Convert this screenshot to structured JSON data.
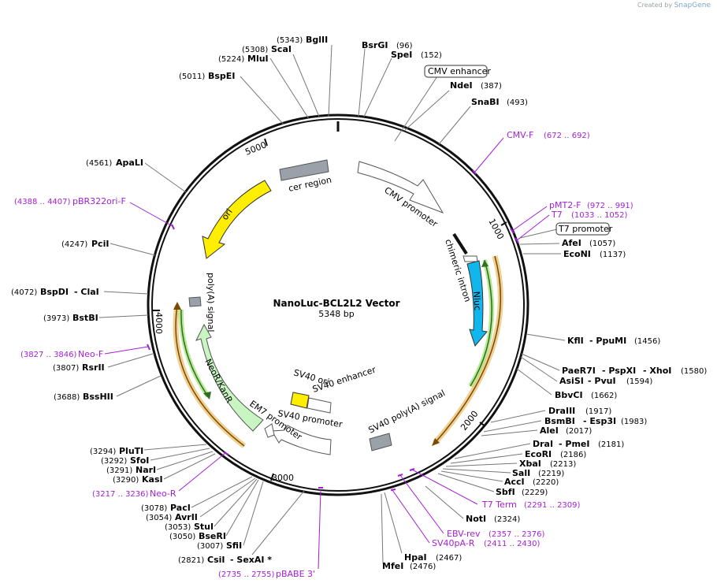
{
  "credit": {
    "prefix": "Created by",
    "brand": "SnapGene"
  },
  "title": "NanoLuc-BCL2L2 Vector",
  "length_label": "5348 bp",
  "ticks": [
    "1000",
    "2000",
    "3000",
    "4000",
    "5000"
  ],
  "features": {
    "cmv_promoter": "CMV promoter",
    "chimeric_intron": "chimeric intron",
    "nluc": "Nluc",
    "sv40_polya": "SV40 poly(A) signal",
    "sv40_ori": "SV40 ori",
    "sv40_enhancer": "SV40 enhancer",
    "sv40_promoter": "SV40 promoter",
    "em7_promoter": "EM7 promoter",
    "neor": "NeoR/KanR",
    "polya": "poly(A) signal",
    "ori": "ori",
    "cer_region": "cer region"
  },
  "boxed_labels": {
    "cmv_enhancer": "CMV enhancer",
    "t7_promoter": "T7 promoter"
  },
  "sites": {
    "bglII": {
      "name": "BglII",
      "pos": "(5343)"
    },
    "scaI": {
      "name": "ScaI",
      "pos": "(5308)"
    },
    "mluI": {
      "name": "MluI",
      "pos": "(5224)"
    },
    "bspEI": {
      "name": "BspEI",
      "pos": "(5011)"
    },
    "bsrGI": {
      "name": "BsrGI",
      "pos": "(96)"
    },
    "speI": {
      "name": "SpeI",
      "pos": "(152)"
    },
    "ndeI": {
      "name": "NdeI",
      "pos": "(387)"
    },
    "snaBI": {
      "name": "SnaBI",
      "pos": "(493)"
    },
    "apaLI": {
      "name": "ApaLI",
      "pos": "(4561)"
    },
    "pciI": {
      "name": "PciI",
      "pos": "(4247)"
    },
    "bspDI": {
      "name": "BspDI",
      "pos": "(4072)"
    },
    "claI": {
      "name": "- ClaI",
      "pos": ""
    },
    "bstBI": {
      "name": "BstBI",
      "pos": "(3973)"
    },
    "rsrII": {
      "name": "RsrII",
      "pos": "(3807)"
    },
    "bssHII": {
      "name": "BssHII",
      "pos": "(3688)"
    },
    "afeI": {
      "name": "AfeI",
      "pos": "(1057)"
    },
    "ecoNI": {
      "name": "EcoNI",
      "pos": "(1137)"
    },
    "kflI": {
      "name": "KflI",
      "pos": ""
    },
    "ppuMI": {
      "name": "- PpuMI",
      "pos": "(1456)"
    },
    "paeR7I": {
      "name": "PaeR7I",
      "pos": ""
    },
    "pspXI": {
      "name": "- PspXI",
      "pos": ""
    },
    "xhoI": {
      "name": "- XhoI",
      "pos": "(1580)"
    },
    "asiSI": {
      "name": "AsiSI",
      "pos": ""
    },
    "pvuI": {
      "name": "- PvuI",
      "pos": "(1594)"
    },
    "bbvCI": {
      "name": "BbvCI",
      "pos": "(1662)"
    },
    "draIII": {
      "name": "DraIII",
      "pos": "(1917)"
    },
    "bsmBI": {
      "name": "BsmBI",
      "pos": ""
    },
    "esp3I": {
      "name": "- Esp3I",
      "pos": "(1983)"
    },
    "aleI": {
      "name": "AleI",
      "pos": "(2017)"
    },
    "draI": {
      "name": "DraI",
      "pos": ""
    },
    "pmeI": {
      "name": "- PmeI",
      "pos": "(2181)"
    },
    "ecoRI": {
      "name": "EcoRI",
      "pos": "(2186)"
    },
    "xbaI": {
      "name": "XbaI",
      "pos": "(2213)"
    },
    "salI": {
      "name": "SalI",
      "pos": "(2219)"
    },
    "accI": {
      "name": "AccI",
      "pos": "(2220)"
    },
    "sbfI": {
      "name": "SbfI",
      "pos": "(2229)"
    },
    "notI": {
      "name": "NotI",
      "pos": "(2324)"
    },
    "hpaI": {
      "name": "HpaI",
      "pos": "(2467)"
    },
    "mfeI": {
      "name": "MfeI",
      "pos": "(2476)"
    },
    "pluTI": {
      "name": "PluTI",
      "pos": "(3294)"
    },
    "sfoI": {
      "name": "SfoI",
      "pos": "(3292)"
    },
    "narI": {
      "name": "NarI",
      "pos": "(3291)"
    },
    "kasI": {
      "name": "KasI",
      "pos": "(3290)"
    },
    "pacI": {
      "name": "PacI",
      "pos": "(3078)"
    },
    "avrII": {
      "name": "AvrII",
      "pos": "(3054)"
    },
    "stuI": {
      "name": "StuI",
      "pos": "(3053)"
    },
    "bseRI": {
      "name": "BseRI",
      "pos": "(3050)"
    },
    "sfiI": {
      "name": "SfiI",
      "pos": "(3007)"
    },
    "csiI": {
      "name": "CsiI",
      "pos": "(2821)"
    },
    "sexAI": {
      "name": "- SexAI *",
      "pos": ""
    }
  },
  "primers": {
    "cmvF": {
      "name": "CMV-F",
      "range": "(672 .. 692)"
    },
    "pmt2F": {
      "name": "pMT2-F",
      "range": "(972 .. 991)"
    },
    "t7": {
      "name": "T7",
      "range": "(1033 .. 1052)"
    },
    "pbr322": {
      "name": "pBR322ori-F",
      "range": "(4388 .. 4407)"
    },
    "neoF": {
      "name": "Neo-F",
      "range": "(3827 .. 3846)"
    },
    "neoR": {
      "name": "Neo-R",
      "range": "(3217 .. 3236)"
    },
    "t7term": {
      "name": "T7 Term",
      "range": "(2291 .. 2309)"
    },
    "ebvRev": {
      "name": "EBV-rev",
      "range": "(2357 .. 2376)"
    },
    "sv40paR": {
      "name": "SV40pA-R",
      "range": "(2411 .. 2430)"
    },
    "pbabe3": {
      "name": "pBABE 3'",
      "range": "(2735 .. 2755)"
    }
  },
  "colors": {
    "backbone": "#111111",
    "primer": "#a31fd6",
    "nluc": "#11b6ec",
    "ori": "#ffee00",
    "neor": "#c8f5c2",
    "orf_outline": "#e6b04a",
    "orf_inner": "#2e6e1f",
    "gray_feature": "#9aa1a8"
  }
}
